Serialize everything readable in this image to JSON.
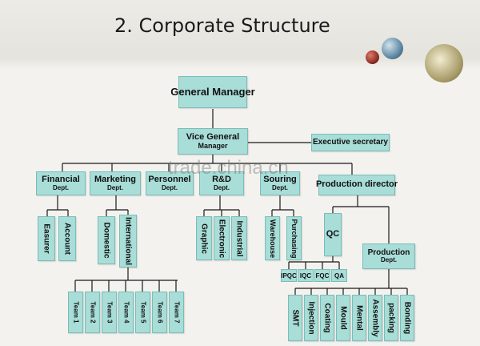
{
  "title": "2. Corporate Structure",
  "watermark": "trade.china.cn",
  "colors": {
    "box_fill": "#a8ddd8",
    "box_border": "#7bbdb7",
    "line": "#1a1a1a"
  },
  "nodes": {
    "general_manager": "General Manager",
    "vice_gm_1": "Vice General",
    "vice_gm_2": "Manager",
    "executive_secretary": "Executive secretary",
    "financial": "Financial",
    "marketing": "Marketing",
    "personnel": "Personnel",
    "rnd": "R&D",
    "souring": "Souring",
    "dept": "Dept.",
    "production_director": "Production director",
    "qc": "QC",
    "production": "Production",
    "treasurer": "Easurer",
    "account": "Account",
    "domestic": "Domestic",
    "international": "International",
    "graphic": "Graphic",
    "electronic": "Electronic",
    "industrial": "Industrial",
    "warehouse": "Warehouse",
    "purchasing": "Purchasing",
    "teams": [
      "Team 1",
      "Team 2",
      "Team 3",
      "Team 4",
      "Team 5",
      "Team 6",
      "Team 7"
    ],
    "qc_units": [
      "IPQC",
      "IQC",
      "FQC",
      "QA"
    ],
    "production_units": [
      "SMT",
      "Injection",
      "Coating",
      "Mould",
      "Mental",
      "Assembly",
      "packing",
      "Bonding"
    ]
  }
}
